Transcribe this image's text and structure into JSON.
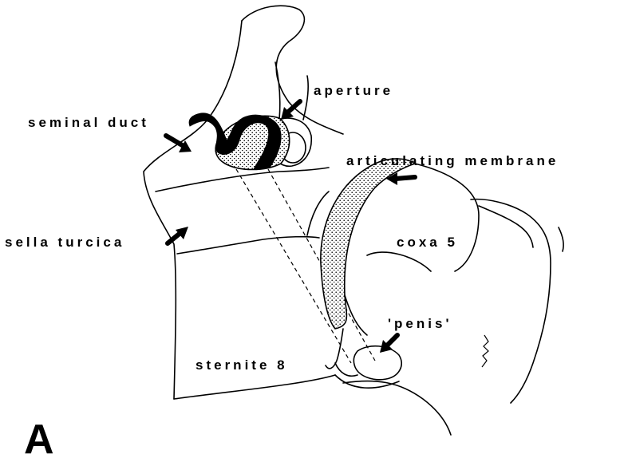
{
  "figure": {
    "panel_letter": "A",
    "labels": {
      "aperture": "aperture",
      "seminal_duct": "seminal duct",
      "articulating_membrane": "articulating membrane",
      "sella_turcica": "sella turcica",
      "coxa_5": "coxa 5",
      "penis": "'penis'",
      "sternite_8": "sternite 8"
    }
  }
}
